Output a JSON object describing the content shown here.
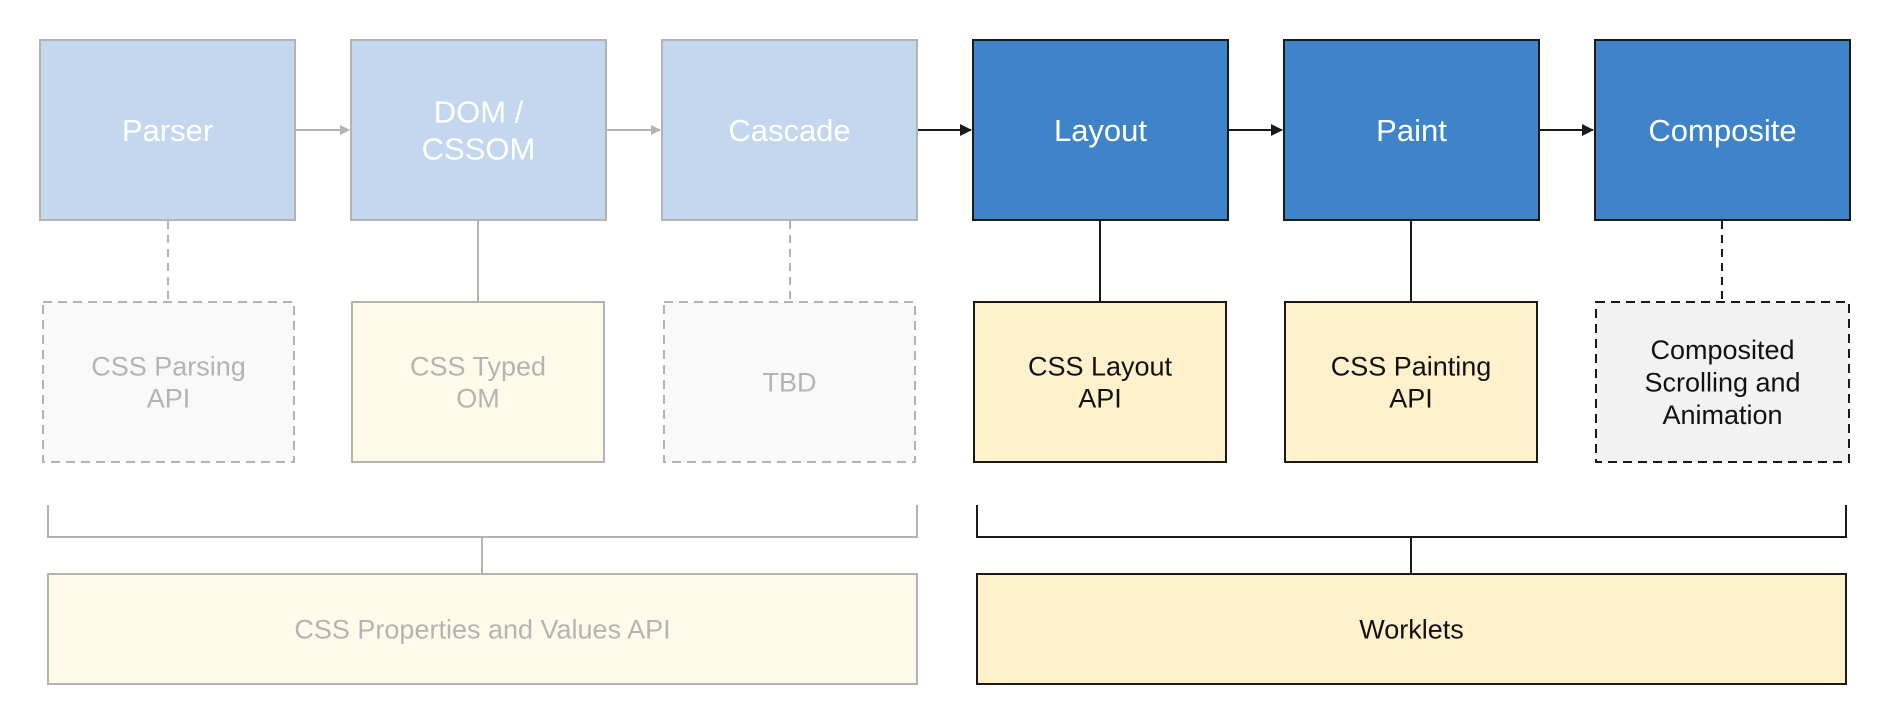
{
  "pipeline": [
    {
      "label": [
        "Parser"
      ]
    },
    {
      "label": [
        "DOM /",
        "CSSOM"
      ]
    },
    {
      "label": [
        "Cascade"
      ]
    },
    {
      "label": [
        "Layout"
      ]
    },
    {
      "label": [
        "Paint"
      ]
    },
    {
      "label": [
        "Composite"
      ]
    }
  ],
  "apis": [
    {
      "label": [
        "CSS Parsing",
        "API"
      ]
    },
    {
      "label": [
        "CSS Typed",
        "OM"
      ]
    },
    {
      "label": [
        "TBD"
      ]
    },
    {
      "label": [
        "CSS Layout",
        "API"
      ]
    },
    {
      "label": [
        "CSS Painting",
        "API"
      ]
    },
    {
      "label": [
        "Composited",
        "Scrolling and",
        "Animation"
      ]
    }
  ],
  "groups": [
    {
      "label": [
        "CSS Properties and Values API"
      ]
    },
    {
      "label": [
        "Worklets"
      ]
    }
  ],
  "colors": {
    "pipeline_inactive_fill": "#c3d8ee",
    "pipeline_inactive_stroke": "#b3b3b3",
    "pipeline_active_fill": "#3f84c9",
    "pipeline_active_stroke": "#1a1a1a",
    "api_inactive_gray_fill": "#f9f9f9",
    "api_inactive_yellow_fill": "#fffaea",
    "api_active_yellow_fill": "#fff1cc",
    "api_active_gray_fill": "#f2f2f2",
    "text_inactive": "#b4b4b4",
    "text_active_dark": "#111111",
    "text_on_blue": "#ffffff",
    "line_inactive": "#b3b3b3",
    "line_active": "#1a1a1a"
  }
}
